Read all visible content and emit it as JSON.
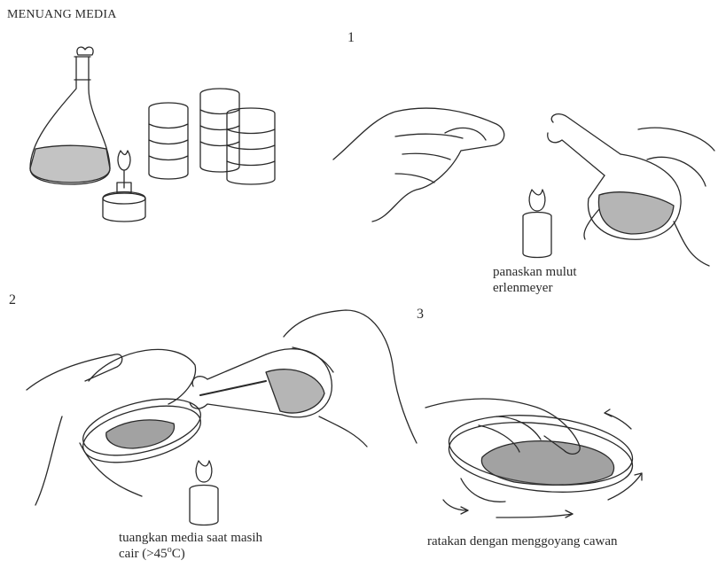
{
  "title": "MENUANG MEDIA",
  "steps": [
    {
      "number": "1",
      "caption_line1": "panaskan mulut",
      "caption_line2": "erlenmeyer"
    },
    {
      "number": "2",
      "caption_line1": "tuangkan media saat masih",
      "caption_line2_prefix": "cair (>45",
      "caption_line2_sup": "o",
      "caption_line2_suffix": "C)"
    },
    {
      "number": "3",
      "caption_line1": "ratakan dengan menggoyang cawan"
    }
  ],
  "colors": {
    "ink": "#222222",
    "background": "#ffffff",
    "media_shade": "#6b6b6b"
  }
}
